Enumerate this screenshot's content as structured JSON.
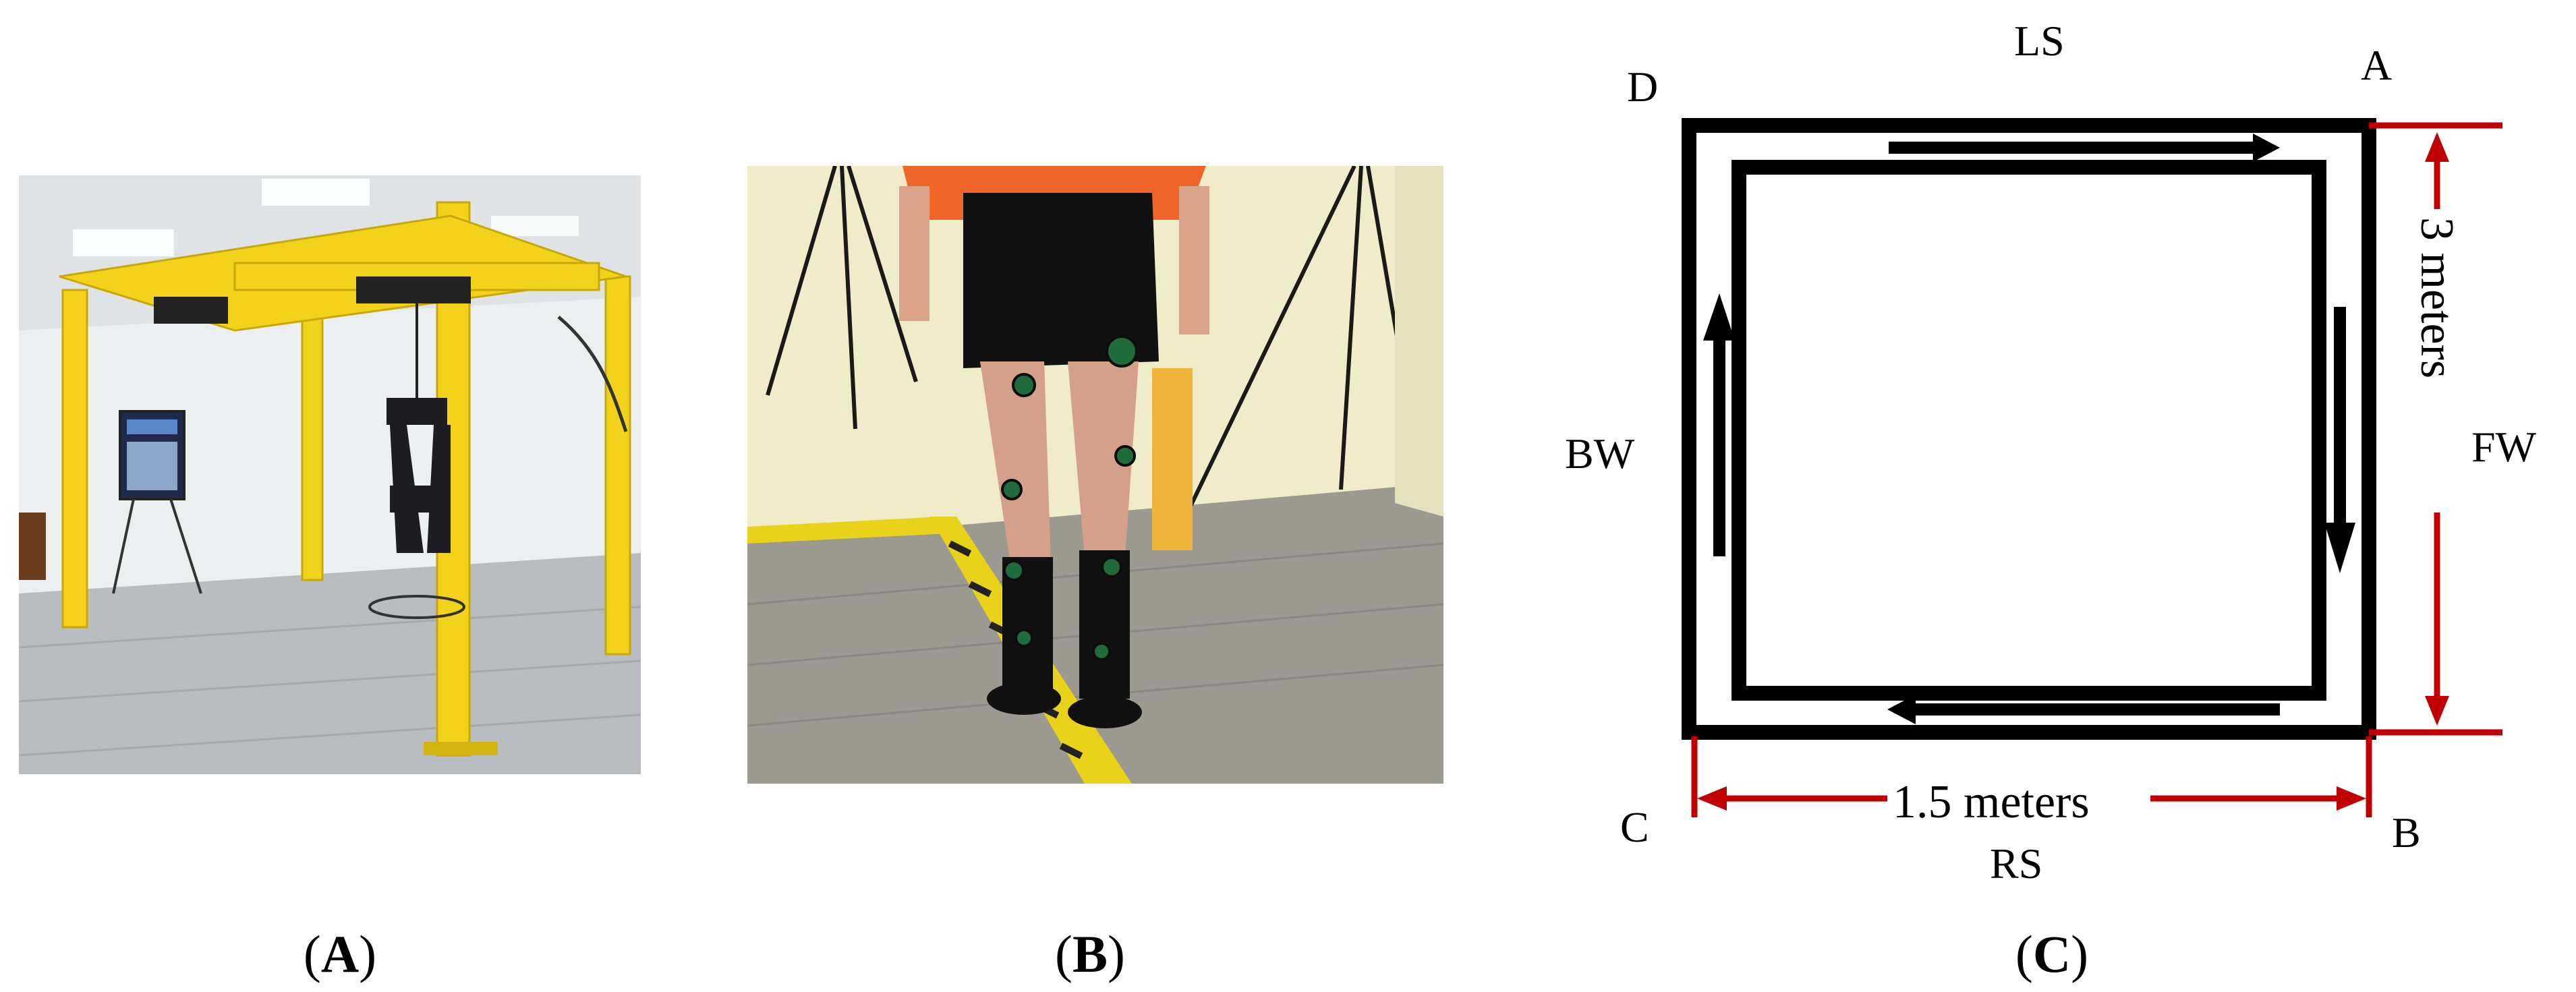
{
  "captions": {
    "a": {
      "open": "(",
      "letter": "A",
      "close": ")"
    },
    "b": {
      "open": "(",
      "letter": "B",
      "close": ")"
    },
    "c": {
      "open": "(",
      "letter": "C",
      "close": ")"
    }
  },
  "diagram": {
    "corners": {
      "a": "A",
      "b": "B",
      "c": "C",
      "d": "D"
    },
    "sides": {
      "top": "LS",
      "bottom": "RS",
      "left": "BW",
      "right": "FW"
    },
    "dimensions": {
      "vertical": "3 meters",
      "horizontal": "1.5 meters"
    },
    "colors": {
      "track": "#000000",
      "dimension": "#c00000"
    }
  },
  "photos": {
    "a": {
      "wall": "#eceff0",
      "floor": "#b9bcc0",
      "frame": "#f2d21a",
      "ceiling": "#dfe3e6"
    },
    "b": {
      "wall": "#f0ebc8",
      "floor": "#9b9990",
      "shirt": "#f0652a",
      "tape": "#e8d21a"
    }
  }
}
